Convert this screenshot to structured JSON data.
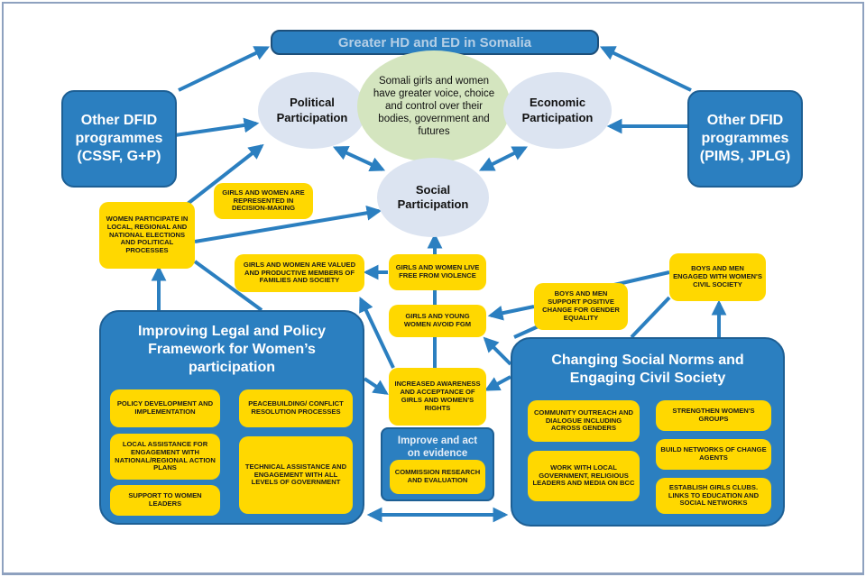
{
  "top_goal": "Greater HD and ED in Somalia",
  "impact_statement": "Somali girls and women have greater voice, choice and control over their bodies, government and futures",
  "outcomes": {
    "political": "Political Participation",
    "economic": "Economic Participation",
    "social": "Social Participation"
  },
  "other_programmes": {
    "left": "Other DFID programmes (CSSF, G+P)",
    "right": "Other DFID programmes (PIMS, JPLG)"
  },
  "intermediate_outcomes": {
    "women_participate": "Women participate in local, regional and national elections and political processes",
    "represented": "Girls and women are represented in decision-making",
    "valued": "Girls and women are valued and productive members of families and society",
    "free_violence": "Girls and women live free from violence",
    "avoid_fgm": "Girls and young women avoid FGM",
    "boys_support": "Boys and men support positive change for gender equality",
    "boys_engaged": "Boys and men engaged with women's civil society",
    "awareness": "Increased awareness and acceptance of girls and women's rights"
  },
  "legal_framework": {
    "title": "Improving Legal and Policy Framework for Women’s participation",
    "activities": [
      "Policy development and implementation",
      "Peacebuilding/ conflict resolution processes",
      "Local assistance for engagement with national/regional action plans",
      "Technical assistance and engagement with all levels of government",
      "Support to women leaders"
    ]
  },
  "evidence": {
    "title": "Improve and act on evidence",
    "activity": "Commission research and evaluation"
  },
  "social_norms": {
    "title": "Changing Social Norms and Engaging Civil Society",
    "activities": [
      "Community outreach and dialogue including across genders",
      "Strengthen women's groups",
      "Build networks of change agents",
      "Work with local government, religious leaders and media on BCC",
      "Establish girls clubs. Links to education and social networks"
    ]
  },
  "colors": {
    "blue": "#2b7fc0",
    "yellow": "#ffd800",
    "outcome_ellipse": "#dce4f1",
    "impact_ellipse": "#d4e5bf",
    "arrow": "#2b7fc0"
  }
}
